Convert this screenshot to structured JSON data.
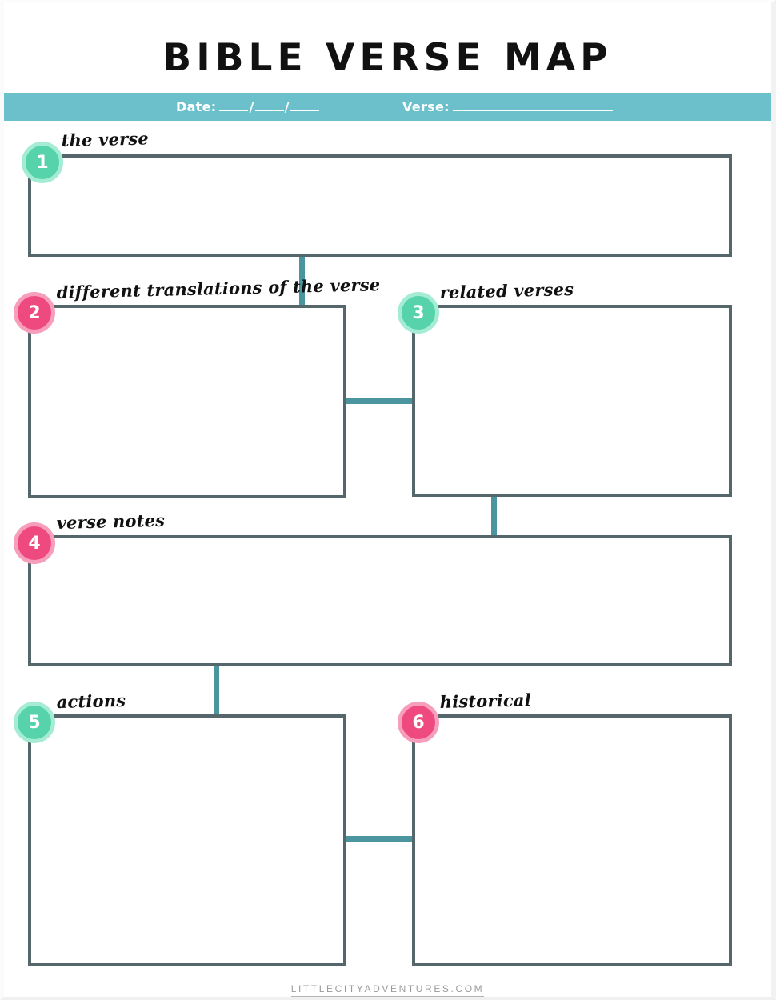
{
  "page": {
    "title": "BIBLE VERSE MAP",
    "background_color": "#ffffff"
  },
  "header": {
    "band_color": "#6cc0cb",
    "date_label": "Date:",
    "date_value": "",
    "date_separator": "/",
    "verse_label": "Verse:",
    "verse_value": ""
  },
  "colors": {
    "band_teal": "#6cc0cb",
    "connector_teal": "#4b959e",
    "box_border": "#56676c",
    "badge_mint": "#57d3ab",
    "badge_mint_ring": "#a5ecd5",
    "badge_pink": "#ee4a80",
    "badge_pink_ring": "#f79ebc",
    "title_black": "#111111",
    "footer_gray": "#9b9b9b"
  },
  "sections": [
    {
      "number": "1",
      "label": "the verse",
      "badge_style": "mint",
      "value": ""
    },
    {
      "number": "2",
      "label": "different translations of the verse",
      "badge_style": "pink",
      "value": ""
    },
    {
      "number": "3",
      "label": "related verses",
      "badge_style": "mint",
      "value": ""
    },
    {
      "number": "4",
      "label": "verse notes",
      "badge_style": "pink",
      "value": ""
    },
    {
      "number": "5",
      "label": "actions",
      "badge_style": "mint",
      "value": ""
    },
    {
      "number": "6",
      "label": "historical",
      "badge_style": "pink",
      "value": ""
    }
  ],
  "footer": {
    "text": "LITTLECITYADVENTURES.COM"
  }
}
